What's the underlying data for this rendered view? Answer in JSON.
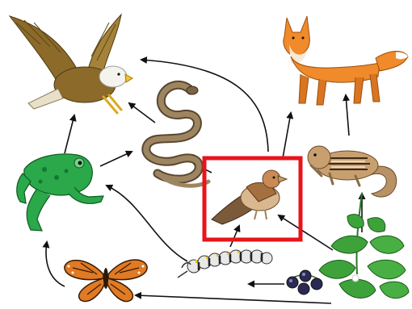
{
  "diagram": {
    "type": "food-web",
    "organisms": [
      {
        "id": "eagle",
        "icon": "eagle-icon"
      },
      {
        "id": "fox",
        "icon": "fox-icon"
      },
      {
        "id": "snake",
        "icon": "snake-icon"
      },
      {
        "id": "frog",
        "icon": "frog-icon"
      },
      {
        "id": "sparrow",
        "icon": "sparrow-icon",
        "highlighted": true
      },
      {
        "id": "chipmunk",
        "icon": "chipmunk-icon"
      },
      {
        "id": "butterfly",
        "icon": "butterfly-icon"
      },
      {
        "id": "caterpillar",
        "icon": "caterpillar-icon"
      },
      {
        "id": "berries",
        "icon": "berries-icon"
      },
      {
        "id": "plant",
        "icon": "plant-icon"
      }
    ],
    "arrows": [
      {
        "from": "snake",
        "to": "eagle"
      },
      {
        "from": "frog",
        "to": "eagle"
      },
      {
        "from": "sparrow",
        "to": "eagle"
      },
      {
        "from": "frog",
        "to": "snake"
      },
      {
        "from": "sparrow",
        "to": "snake"
      },
      {
        "from": "sparrow",
        "to": "fox"
      },
      {
        "from": "chipmunk",
        "to": "fox"
      },
      {
        "from": "plant",
        "to": "chipmunk"
      },
      {
        "from": "plant",
        "to": "sparrow"
      },
      {
        "from": "caterpillar",
        "to": "sparrow"
      },
      {
        "from": "caterpillar",
        "to": "frog"
      },
      {
        "from": "butterfly",
        "to": "frog"
      },
      {
        "from": "plant",
        "to": "butterfly"
      },
      {
        "from": "berries",
        "to": "caterpillar"
      }
    ],
    "colors": {
      "highlight": "#e8141b",
      "arrow": "#111111",
      "eagle_body": "#8b6a2a",
      "fox": "#f08a2a",
      "frog": "#2aa84a",
      "snake": "#8a7350",
      "sparrow": "#c98a55",
      "chipmunk": "#c8a070",
      "plant": "#3ea23a",
      "butterfly": "#e07a25",
      "caterpillar": "#e8e8e8",
      "berries": "#2a2a55"
    }
  }
}
